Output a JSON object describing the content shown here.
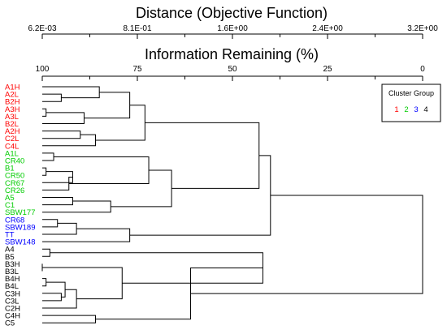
{
  "chart_data": {
    "type": "dendrogram",
    "orientation": "horizontal",
    "top_axis": {
      "title": "Distance (Objective Function)",
      "tick_labels": [
        "6.2E-03",
        "8.1E-01",
        "1.6E+00",
        "2.4E+00",
        "3.2E+00"
      ]
    },
    "bottom_axis": {
      "title": "Information Remaining (%)",
      "ticks": [
        100,
        75,
        50,
        25,
        0
      ],
      "range": [
        100,
        0
      ]
    },
    "legend": {
      "title": "Cluster Group",
      "position": "top-right",
      "entries": [
        {
          "label": "1",
          "color": "#ff0000"
        },
        {
          "label": "2",
          "color": "#00cc00"
        },
        {
          "label": "3",
          "color": "#0000ff"
        },
        {
          "label": "4",
          "color": "#000000"
        }
      ]
    },
    "leaves": [
      {
        "label": "A1H",
        "group": 1
      },
      {
        "label": "A2L",
        "group": 1
      },
      {
        "label": "B2H",
        "group": 1
      },
      {
        "label": "A3H",
        "group": 1
      },
      {
        "label": "A3L",
        "group": 1
      },
      {
        "label": "B2L",
        "group": 1
      },
      {
        "label": "A2H",
        "group": 1
      },
      {
        "label": "C2L",
        "group": 1
      },
      {
        "label": "C4L",
        "group": 1
      },
      {
        "label": "A1L",
        "group": 2
      },
      {
        "label": "CR40",
        "group": 2
      },
      {
        "label": "B1",
        "group": 2
      },
      {
        "label": "CR50",
        "group": 2
      },
      {
        "label": "CR67",
        "group": 2
      },
      {
        "label": "CR26",
        "group": 2
      },
      {
        "label": "A5",
        "group": 2
      },
      {
        "label": "C1",
        "group": 2
      },
      {
        "label": "SBW177",
        "group": 2
      },
      {
        "label": "CR68",
        "group": 3
      },
      {
        "label": "SBW189",
        "group": 3
      },
      {
        "label": "TT",
        "group": 3
      },
      {
        "label": "SBW148",
        "group": 3
      },
      {
        "label": "A4",
        "group": 4
      },
      {
        "label": "B5",
        "group": 4
      },
      {
        "label": "B3H",
        "group": 4
      },
      {
        "label": "B3L",
        "group": 4
      },
      {
        "label": "B4H",
        "group": 4
      },
      {
        "label": "B4L",
        "group": 4
      },
      {
        "label": "C3H",
        "group": 4
      },
      {
        "label": "C3L",
        "group": 4
      },
      {
        "label": "C2H",
        "group": 4
      },
      {
        "label": "C4H",
        "group": 4
      },
      {
        "label": "C5",
        "group": 4
      }
    ],
    "merges": [
      {
        "id": "m1",
        "a": 1,
        "b": 2,
        "value": 95
      },
      {
        "id": "m2",
        "a": 0,
        "b": "m1",
        "value": 85
      },
      {
        "id": "m3",
        "a": 3,
        "b": 4,
        "value": 99
      },
      {
        "id": "m4",
        "a": "m3",
        "b": 5,
        "value": 89
      },
      {
        "id": "m5",
        "a": "m2",
        "b": "m4",
        "value": 77
      },
      {
        "id": "m6",
        "a": 6,
        "b": 7,
        "value": 90
      },
      {
        "id": "m7",
        "a": "m6",
        "b": 8,
        "value": 86
      },
      {
        "id": "m8",
        "a": "m5",
        "b": "m7",
        "value": 73
      },
      {
        "id": "m9",
        "a": 9,
        "b": 10,
        "value": 97
      },
      {
        "id": "m10",
        "a": 11,
        "b": 12,
        "value": 99
      },
      {
        "id": "m11",
        "a": "m10",
        "b": 13,
        "value": 92
      },
      {
        "id": "m12",
        "a": "m11",
        "b": 14,
        "value": 93
      },
      {
        "id": "m13",
        "a": "m9",
        "b": "m12",
        "value": 72
      },
      {
        "id": "m14",
        "a": 15,
        "b": 16,
        "value": 92
      },
      {
        "id": "m15",
        "a": "m14",
        "b": 17,
        "value": 82
      },
      {
        "id": "m16",
        "a": "m13",
        "b": "m15",
        "value": 66
      },
      {
        "id": "m17",
        "a": "m8",
        "b": "m16",
        "value": 43
      },
      {
        "id": "m18",
        "a": 18,
        "b": 19,
        "value": 96
      },
      {
        "id": "m19",
        "a": "m18",
        "b": 20,
        "value": 91
      },
      {
        "id": "m20",
        "a": "m19",
        "b": 21,
        "value": 77
      },
      {
        "id": "m21",
        "a": "m17",
        "b": "m20",
        "value": 40
      },
      {
        "id": "m22",
        "a": 22,
        "b": 23,
        "value": 98
      },
      {
        "id": "m23",
        "a": 24,
        "b": 25,
        "value": 100
      },
      {
        "id": "m24",
        "a": 26,
        "b": 27,
        "value": 99
      },
      {
        "id": "m25",
        "a": 28,
        "b": 29,
        "value": 95
      },
      {
        "id": "m26",
        "a": "m24",
        "b": "m25",
        "value": 94
      },
      {
        "id": "m27",
        "a": "m26",
        "b": 30,
        "value": 91
      },
      {
        "id": "m28",
        "a": "m23",
        "b": "m27",
        "value": 79
      },
      {
        "id": "m29",
        "a": "m22",
        "b": "m28",
        "value": 42
      },
      {
        "id": "m30",
        "a": 31,
        "b": 32,
        "value": 86
      },
      {
        "id": "m31",
        "a": "m29",
        "b": "m30",
        "value": 61
      },
      {
        "id": "m32",
        "a": "m21",
        "b": "m31",
        "value": 0
      }
    ]
  }
}
